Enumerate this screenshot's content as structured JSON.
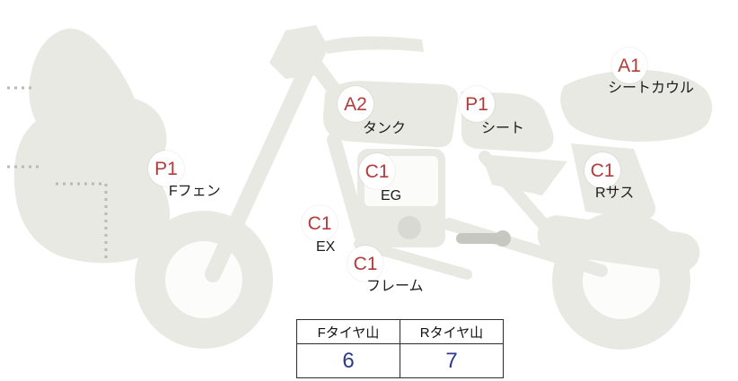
{
  "diagram": {
    "subject": "motorcycle-condition-map",
    "colors": {
      "silhouette": "#e9e9e4",
      "silhouette_detail": "#c7c7c2",
      "wheel_hole": "#fcfcfb",
      "marker_code": "#b23b3b",
      "marker_label": "#1c1c1c",
      "tire_value": "#2b3a8c",
      "table_border": "#2a2a35"
    },
    "markers": [
      {
        "id": "seat-cowl",
        "code": "A1",
        "label": "シートカウル"
      },
      {
        "id": "tank",
        "code": "A2",
        "label": "タンク"
      },
      {
        "id": "seat",
        "code": "P1",
        "label": "シート"
      },
      {
        "id": "front-fender",
        "code": "P1",
        "label": "Fフェン"
      },
      {
        "id": "engine",
        "code": "C1",
        "label": "EG"
      },
      {
        "id": "rear-suspension",
        "code": "C1",
        "label": "Rサス"
      },
      {
        "id": "exhaust",
        "code": "C1",
        "label": "EX"
      },
      {
        "id": "frame",
        "code": "C1",
        "label": "フレーム"
      }
    ],
    "tire_table": {
      "headers": [
        "Fタイヤ山",
        "Rタイヤ山"
      ],
      "values": [
        "6",
        "7"
      ]
    }
  }
}
